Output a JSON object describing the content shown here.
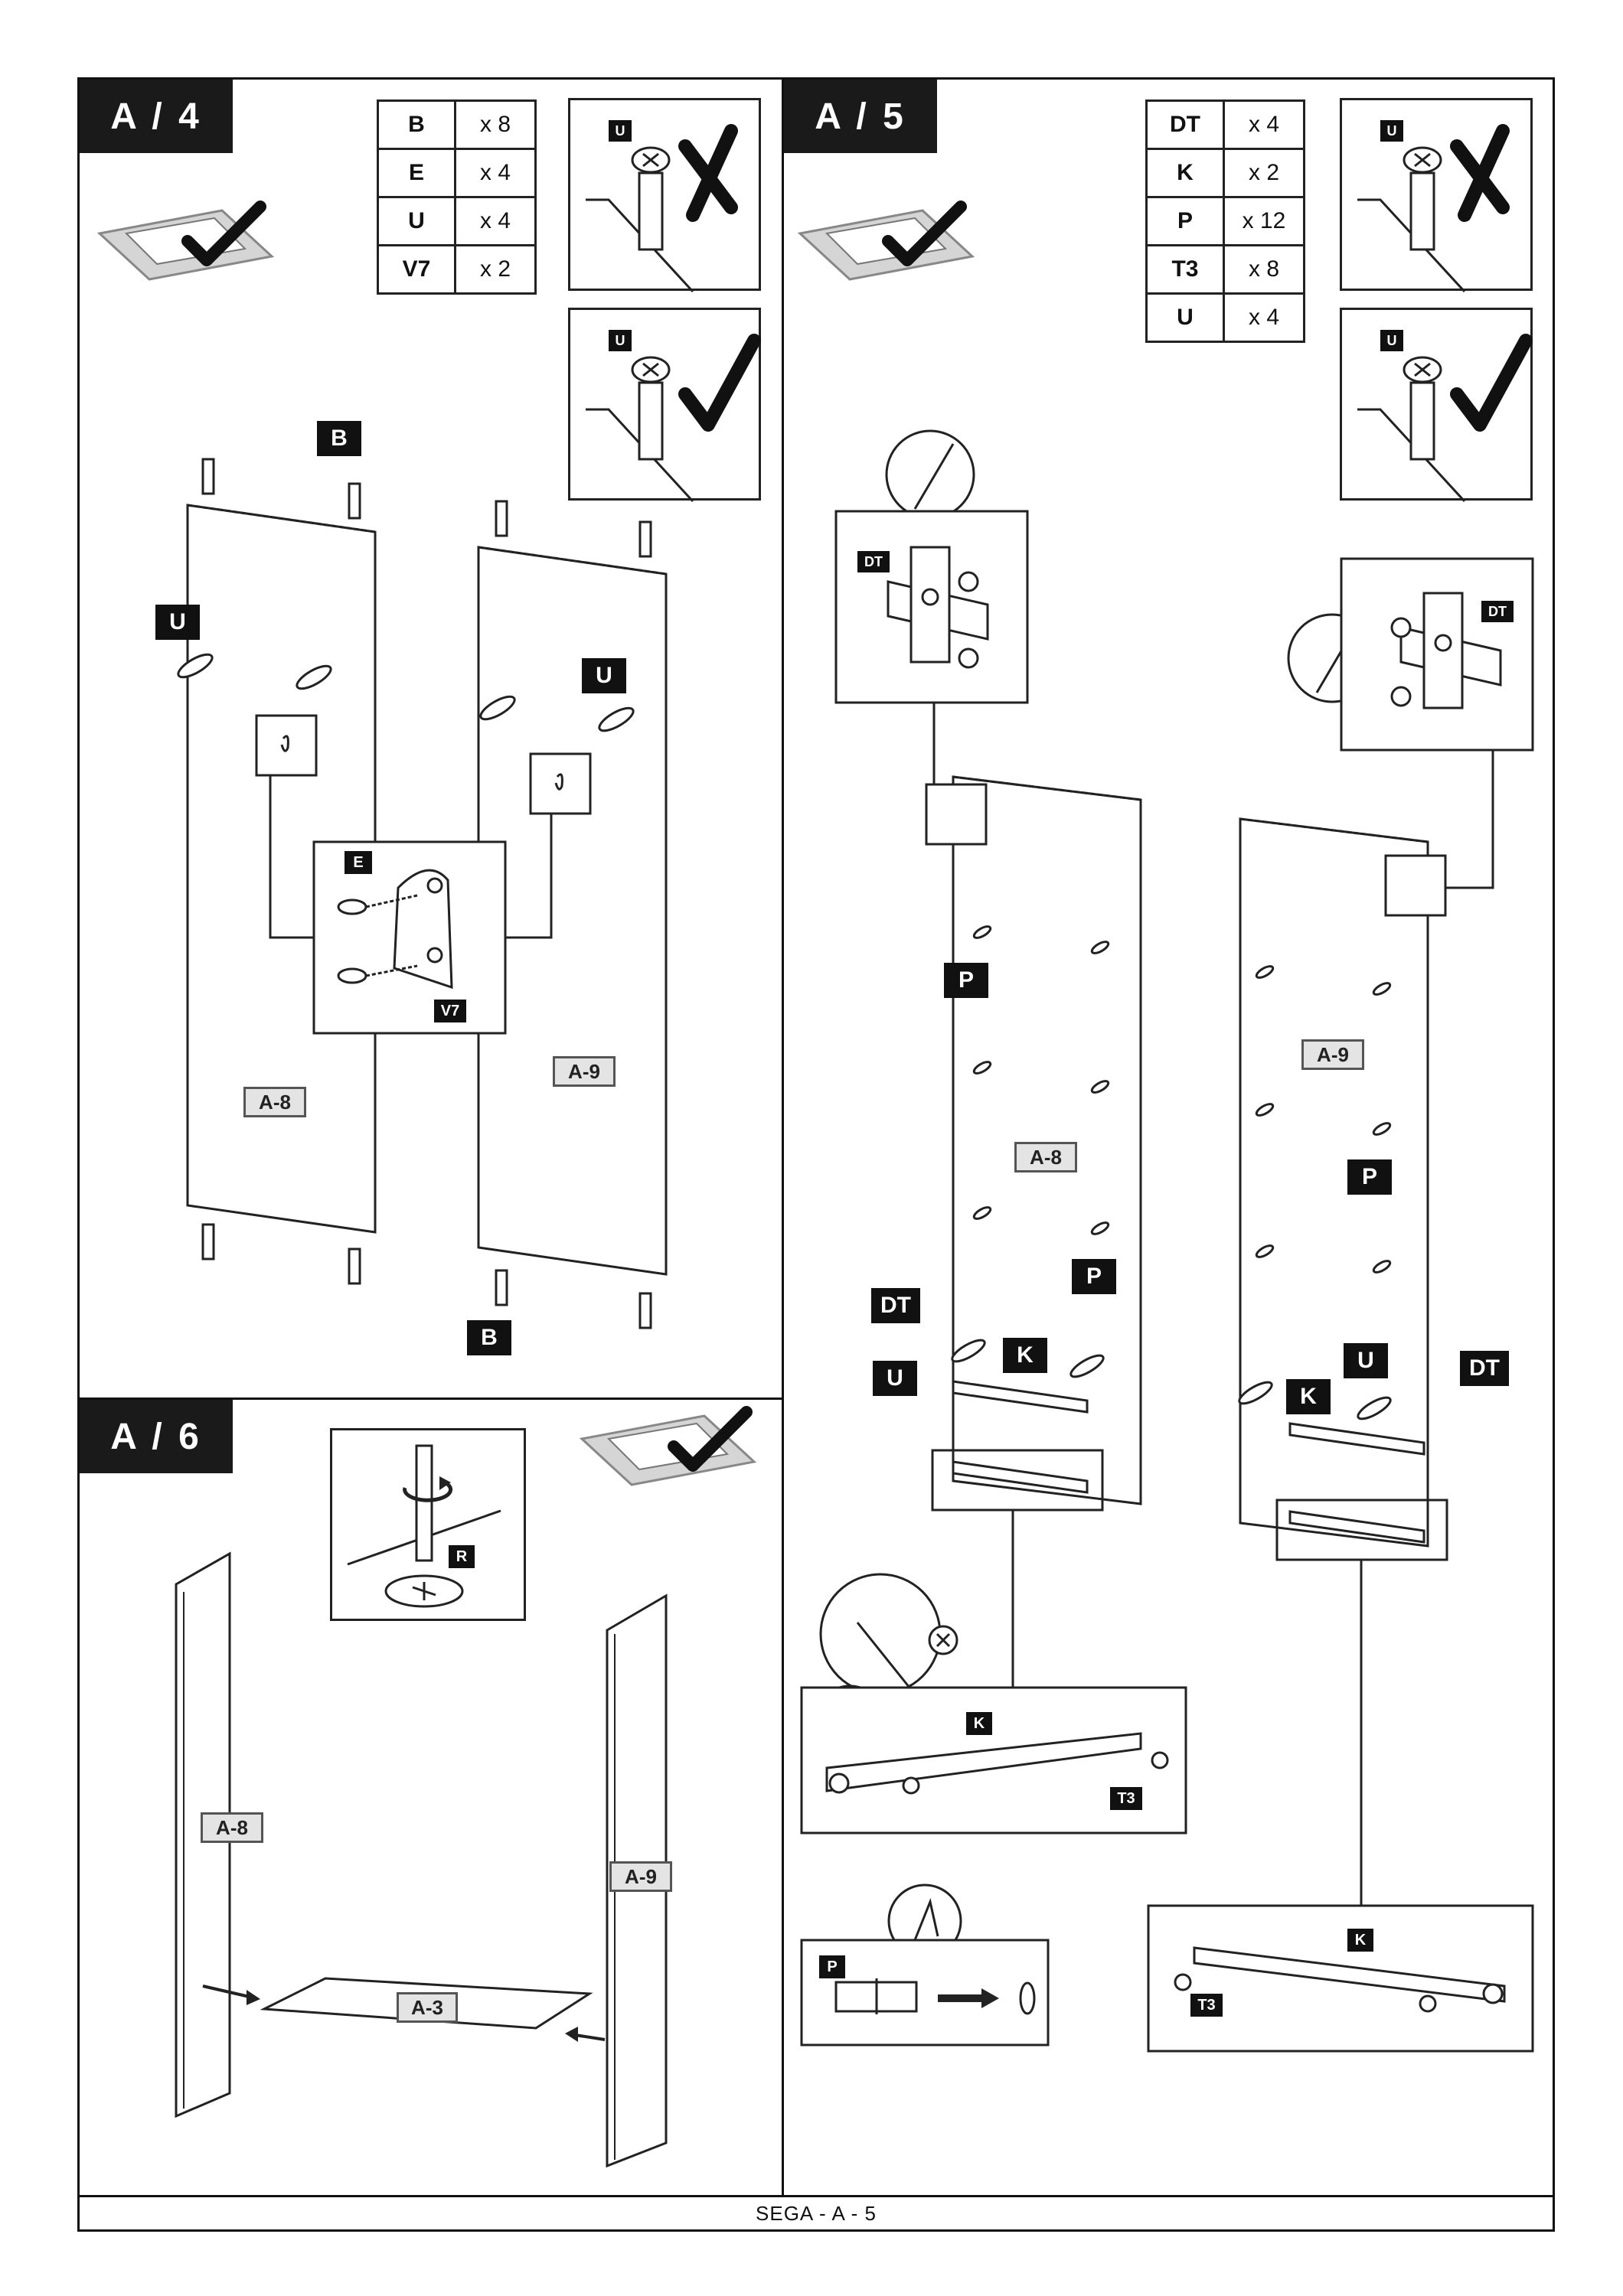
{
  "steps": {
    "a4": {
      "title": "A / 4",
      "parts": [
        {
          "code": "B",
          "qty": "x 8"
        },
        {
          "code": "E",
          "qty": "x 4"
        },
        {
          "code": "U",
          "qty": "x 4"
        },
        {
          "code": "V7",
          "qty": "x 2"
        }
      ],
      "labels": {
        "b": "B",
        "u": "U",
        "e": "E",
        "v7": "V7",
        "panel_left": "A-8",
        "panel_right": "A-9",
        "inset_u": "U"
      }
    },
    "a5": {
      "title": "A / 5",
      "parts": [
        {
          "code": "DT",
          "qty": "x 4"
        },
        {
          "code": "K",
          "qty": "x 2"
        },
        {
          "code": "P",
          "qty": "x 12"
        },
        {
          "code": "T3",
          "qty": "x 8"
        },
        {
          "code": "U",
          "qty": "x 4"
        }
      ],
      "labels": {
        "dt": "DT",
        "p": "P",
        "k": "K",
        "u": "U",
        "t3": "T3",
        "panel_left": "A-8",
        "panel_right": "A-9",
        "inset_u": "U"
      }
    },
    "a6": {
      "title": "A / 6",
      "labels": {
        "r": "R",
        "panel_left": "A-8",
        "panel_right": "A-9",
        "shelf": "A-3"
      }
    }
  },
  "footer": "SEGA - A - 5"
}
